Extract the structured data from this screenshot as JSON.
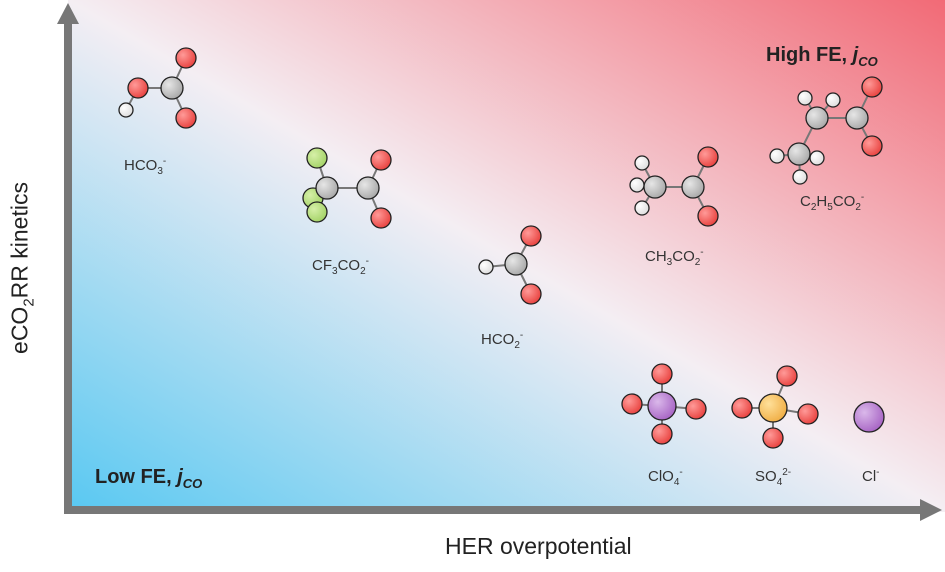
{
  "colors": {
    "bg_low": "#58c8f2",
    "bg_high": "#f26a76",
    "axis": "#777777",
    "oxygen": "#e8413e",
    "carbon": "#a8a8a8",
    "hydrogen": "#ffffff",
    "fluorine": "#a3d266",
    "chlorine": "#a764c4",
    "sulfur": "#f0ae45"
  },
  "axes": {
    "x_title": "HER overpotential",
    "y_title": {
      "main": "eCO",
      "sub": "2",
      "rest": "RR kinetics"
    }
  },
  "corners": {
    "high": {
      "text": "High FE, ",
      "j": "j",
      "sub": "CO"
    },
    "low": {
      "text": "Low FE, ",
      "j": "j",
      "sub": "CO"
    }
  },
  "labels": {
    "hco3": {
      "a": "HCO",
      "b": "3",
      "c": "-"
    },
    "cf3co2": {
      "a": "CF",
      "b": "3",
      "c": "CO",
      "d": "2",
      "e": "-"
    },
    "hco2": {
      "a": "HCO",
      "b": "2",
      "c": "-"
    },
    "ch3co2": {
      "a": "CH",
      "b": "3",
      "c": "CO",
      "d": "2",
      "e": "-"
    },
    "c2h5co2": {
      "a": "C",
      "b": "2",
      "c": "H",
      "d": "5",
      "e": "CO",
      "f": "2",
      "g": "-"
    },
    "clo4": {
      "a": "ClO",
      "b": "4",
      "c": "-"
    },
    "so4": {
      "a": "SO",
      "b": "4",
      "c": "2-"
    },
    "cl": {
      "a": "Cl",
      "b": "-"
    }
  }
}
